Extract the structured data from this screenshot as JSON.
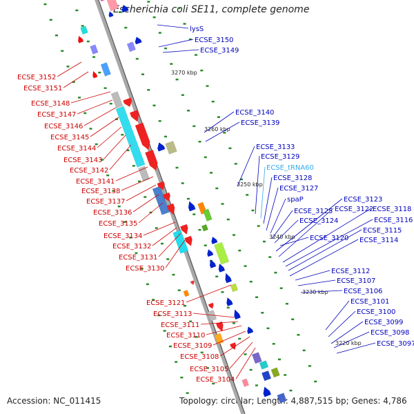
{
  "title": "Escherichia coli SE11, complete genome",
  "footer": {
    "accession": "Accession: NC_011415",
    "summary": "Topology: circular; Length: 4,887,515 bp; Genes: 4,786"
  },
  "colors": {
    "left": "#cc0000",
    "right": "#0000bb",
    "trna": "#33aaee"
  },
  "ticks": [
    "3270 kbp",
    "3260 kbp",
    "3250 kbp",
    "3240 kbp",
    "3230 kbp",
    "3220 kbp"
  ],
  "left_labels": [
    "ECSE_3152",
    "ECSE_3151",
    "ECSE_3148",
    "ECSE_3147",
    "ECSE_3146",
    "ECSE_3145",
    "ECSE_3144",
    "ECSE_3143",
    "ECSE_3142",
    "ECSE_3141",
    "ECSE_3138",
    "ECSE_3137",
    "ECSE_3136",
    "ECSE_3135",
    "ECSE_3134",
    "ECSE_3132",
    "ECSE_3131",
    "ECSE_3130",
    "ECSE_3121",
    "ECSE_3113",
    "ECSE_3111",
    "ECSE_3110",
    "ECSE_3109",
    "ECSE_3108",
    "ECSE_3105",
    "ECSE_3104"
  ],
  "right_labels": [
    "lysS",
    "ECSE_3150",
    "ECSE_3149",
    "ECSE_3140",
    "ECSE_3139",
    "ECSE_3133",
    "ECSE_3129",
    "ECSE_tRNA60",
    "ECSE_3128",
    "ECSE_3127",
    "spaP",
    "ECSE_3125",
    "ECSE_3124",
    "ECSE_3123",
    "ECSE_3122",
    "ECSE_3118",
    "ECSE_3116",
    "ECSE_3115",
    "ECSE_3120",
    "ECSE_3114",
    "ECSE_3112",
    "ECSE_3107",
    "ECSE_3106",
    "ECSE_3101",
    "ECSE_3100",
    "ECSE_3099",
    "ECSE_3098",
    "ECSE_3097"
  ]
}
